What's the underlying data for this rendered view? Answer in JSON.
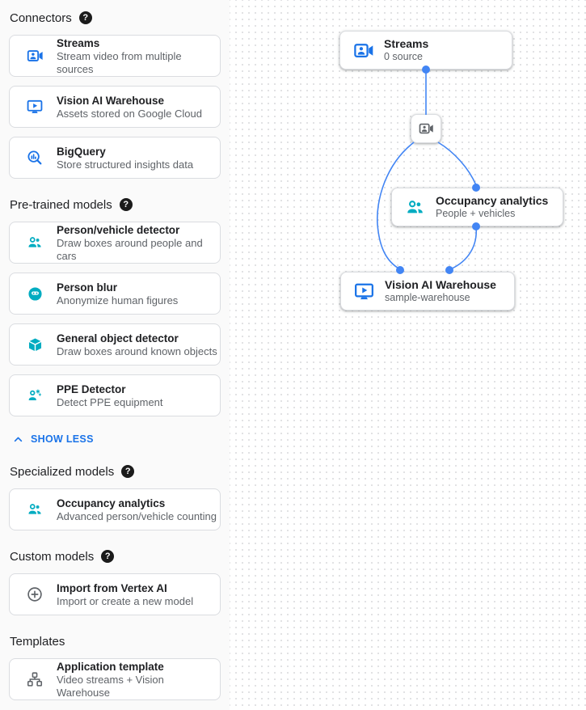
{
  "colors": {
    "icon_blue": "#1a73e8",
    "icon_teal": "#00acc1",
    "icon_gray": "#5f6368",
    "edge_blue": "#4285f4",
    "link_blue": "#1a73e8",
    "card_border": "#dadce0",
    "sidebar_bg": "#fafafa",
    "text_primary": "#202124",
    "text_secondary": "#5f6368"
  },
  "sidebar": {
    "sections": [
      {
        "heading": "Connectors",
        "items": [
          {
            "title": "Streams",
            "subtitle": "Stream video from multiple sources"
          },
          {
            "title": "Vision AI Warehouse",
            "subtitle": "Assets stored on Google Cloud"
          },
          {
            "title": "BigQuery",
            "subtitle": "Store structured insights data"
          }
        ]
      },
      {
        "heading": "Pre-trained models",
        "items": [
          {
            "title": "Person/vehicle detector",
            "subtitle": "Draw boxes around people and cars"
          },
          {
            "title": "Person blur",
            "subtitle": "Anonymize human figures"
          },
          {
            "title": "General object detector",
            "subtitle": "Draw boxes around known objects"
          },
          {
            "title": "PPE Detector",
            "subtitle": "Detect PPE equipment"
          }
        ]
      },
      {
        "heading": "Specialized models",
        "items": [
          {
            "title": "Occupancy analytics",
            "subtitle": "Advanced person/vehicle counting"
          }
        ]
      },
      {
        "heading": "Custom models",
        "items": [
          {
            "title": "Import from Vertex AI",
            "subtitle": "Import or create a new model"
          }
        ]
      },
      {
        "heading": "Templates",
        "items": [
          {
            "title": "Application template",
            "subtitle": "Video streams + Vision Warehouse"
          }
        ]
      }
    ],
    "show_less": "SHOW LESS"
  },
  "canvas": {
    "nodes": {
      "streams": {
        "title": "Streams",
        "subtitle": "0 source"
      },
      "occupancy": {
        "title": "Occupancy analytics",
        "subtitle": "People + vehicles"
      },
      "warehouse": {
        "title": "Vision AI Warehouse",
        "subtitle": "sample-warehouse"
      }
    }
  }
}
